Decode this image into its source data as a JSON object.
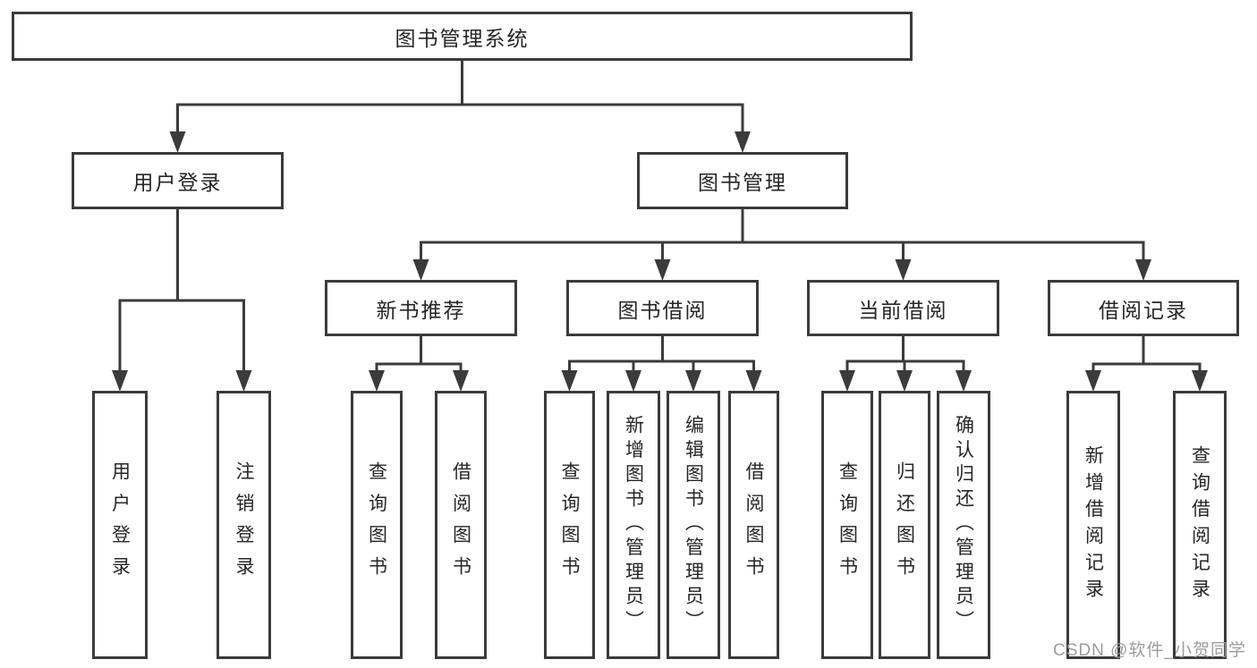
{
  "colors": {
    "line": "#3b3b3b",
    "text": "#262626",
    "watermark": "#9c9c9c",
    "background": "#ffffff"
  },
  "watermark": "CSDN @软件_小贺同学",
  "nodes": {
    "root": "图书管理系统",
    "user_login": "用户登录",
    "book_mgmt": "图书管理",
    "new_book_rec": "新书推荐",
    "book_borrow": "图书借阅",
    "current_borrow": "当前借阅",
    "borrow_record": "借阅记录",
    "leaf_user_login": "用户登录",
    "leaf_logout": "注销登录",
    "leaf_rec_query_book": "查询图书",
    "leaf_rec_borrow_book": "借阅图书",
    "leaf_bb_query_book": "查询图书",
    "leaf_bb_add_book": "新增图书（管理员）",
    "leaf_bb_edit_book": "编辑图书（管理员）",
    "leaf_bb_borrow_book": "借阅图书",
    "leaf_cb_query_book": "查询图书",
    "leaf_cb_return_book": "归还图书",
    "leaf_cb_confirm_return": "确认归还（管理员）",
    "leaf_br_add_record": "新增借阅记录",
    "leaf_br_query_record": "查询借阅记录"
  },
  "hierarchy": {
    "label": "图书管理系统",
    "children": [
      {
        "label": "用户登录",
        "children": [
          {
            "label": "用户登录"
          },
          {
            "label": "注销登录"
          }
        ]
      },
      {
        "label": "图书管理",
        "children": [
          {
            "label": "新书推荐",
            "children": [
              {
                "label": "查询图书"
              },
              {
                "label": "借阅图书"
              }
            ]
          },
          {
            "label": "图书借阅",
            "children": [
              {
                "label": "查询图书"
              },
              {
                "label": "新增图书（管理员）"
              },
              {
                "label": "编辑图书（管理员）"
              },
              {
                "label": "借阅图书"
              }
            ]
          },
          {
            "label": "当前借阅",
            "children": [
              {
                "label": "查询图书"
              },
              {
                "label": "归还图书"
              },
              {
                "label": "确认归还（管理员）"
              }
            ]
          },
          {
            "label": "借阅记录",
            "children": [
              {
                "label": "新增借阅记录"
              },
              {
                "label": "查询借阅记录"
              }
            ]
          }
        ]
      }
    ]
  }
}
